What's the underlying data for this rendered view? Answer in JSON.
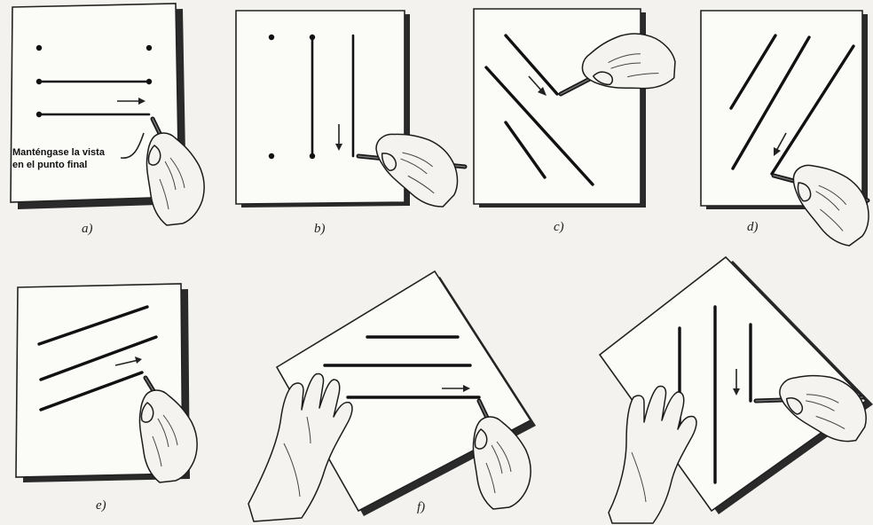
{
  "annotation": {
    "line1": "Manténgase la vista",
    "line2": "en el punto final"
  },
  "panels": [
    {
      "id": "a",
      "label": "a)"
    },
    {
      "id": "b",
      "label": "b)"
    },
    {
      "id": "c",
      "label": "c)"
    },
    {
      "id": "d",
      "label": "d)"
    },
    {
      "id": "e",
      "label": "e)"
    },
    {
      "id": "f",
      "label": "f)"
    },
    {
      "id": "g",
      "label": ""
    }
  ]
}
